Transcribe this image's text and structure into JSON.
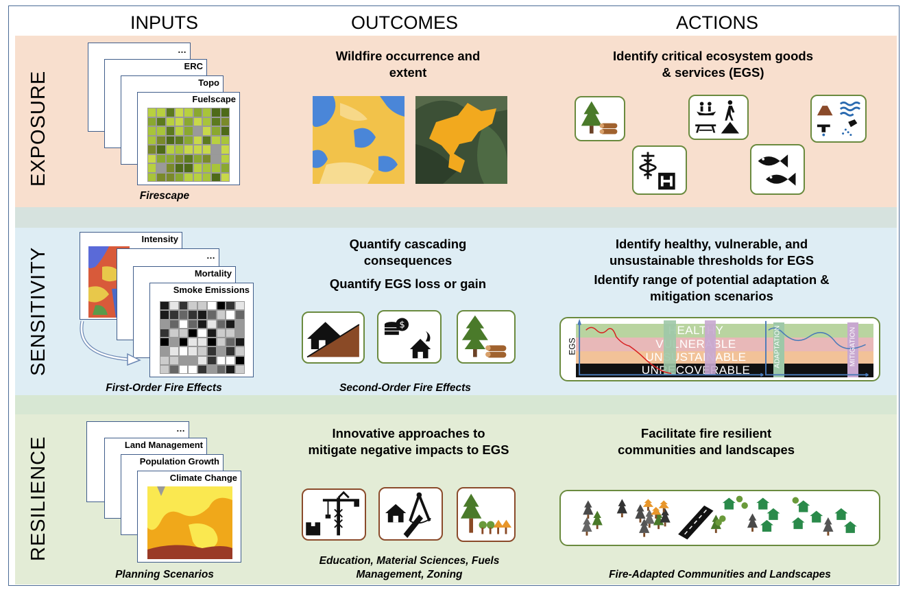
{
  "columns": {
    "inputs": "INPUTS",
    "outcomes": "OUTCOMES",
    "actions": "ACTIONS"
  },
  "rows": {
    "exposure": "EXPOSURE",
    "sensitivity": "SENSITIVITY",
    "resilience": "RESILIENCE"
  },
  "exposure": {
    "cards": [
      "…",
      "ERC",
      "Topo",
      "Fuelscape"
    ],
    "input_caption": "Firescape",
    "outcome_title": "Wildfire occurrence and extent",
    "action_title": "Identify critical ecosystem goods & services (EGS)"
  },
  "sensitivity": {
    "cards": [
      "Intensity",
      "…",
      "Mortality",
      "Smoke Emissions"
    ],
    "input_caption": "First-Order Fire Effects",
    "outcome_title_1": "Quantify cascading consequences",
    "outcome_title_2": "Quantify EGS loss or gain",
    "outcome_caption": "Second-Order Fire Effects",
    "action_title_1": "Identify healthy, vulnerable, and unsustainable thresholds for EGS",
    "action_title_2": "Identify range of potential adaptation & mitigation scenarios",
    "chart_labels": {
      "y": "EGS",
      "healthy": "HEALTHY",
      "vulnerable": "VULNERABLE",
      "unsustainable": "UNSUSTAINABLE",
      "unrecoverable": "UNRECOVERABLE",
      "adaptation": "ADAPTATION",
      "mitigation": "MITIGATION"
    }
  },
  "resilience": {
    "cards": [
      "…",
      "Land Management",
      "Population Growth",
      "Climate Change"
    ],
    "input_caption": "Planning Scenarios",
    "outcome_title": "Innovative approaches to mitigate negative impacts to EGS",
    "outcome_caption": "Education, Material Sciences, Fuels Management, Zoning",
    "action_title": "Facilitate fire resilient communities and landscapes",
    "action_caption": "Fire-Adapted Communities and Landscapes"
  },
  "colors": {
    "exposure": "#f8dfce",
    "sensitivity": "#deedf4",
    "resilience": "#e3ecd6",
    "frame": "#4a6a95",
    "icon_green": "#6a8a3e",
    "icon_brown": "#8a4a2a"
  }
}
